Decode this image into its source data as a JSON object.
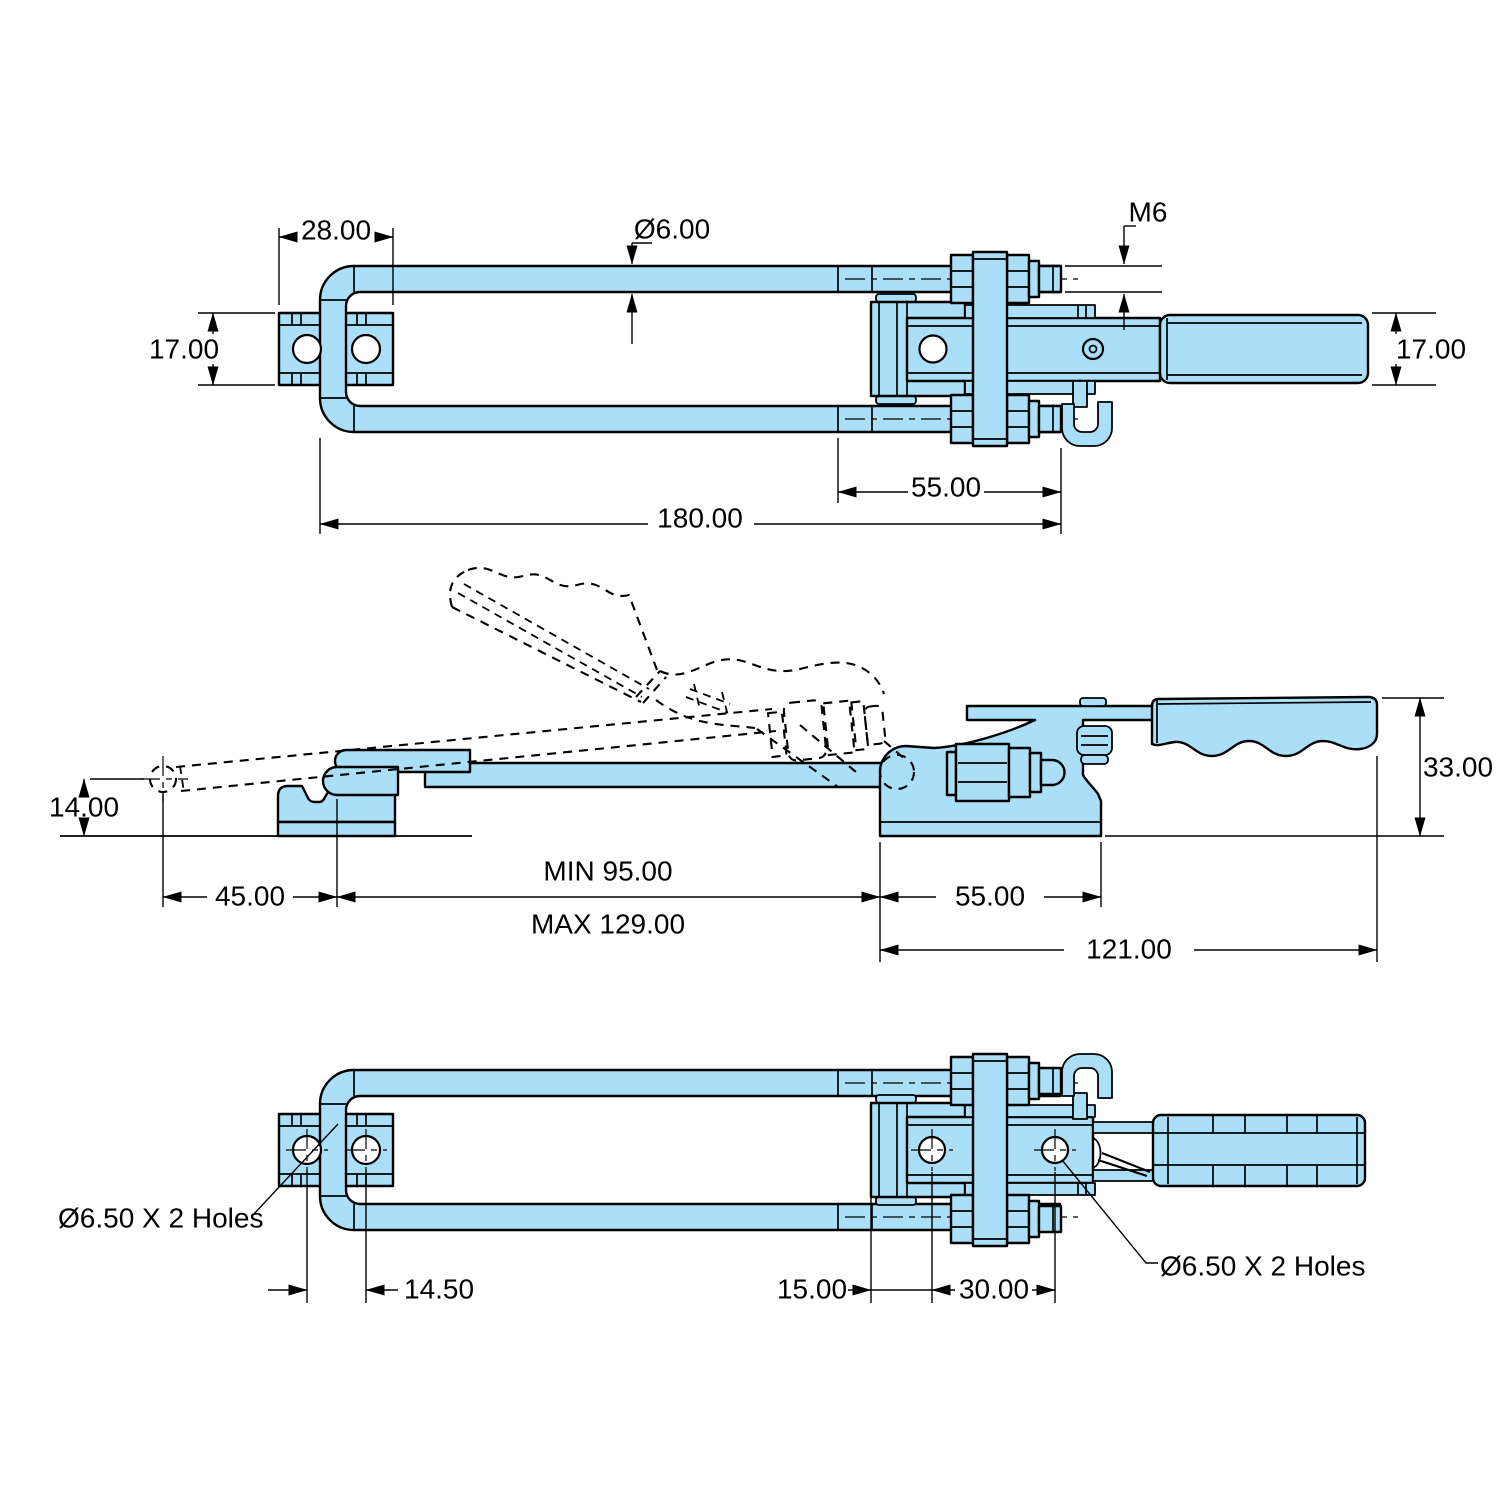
{
  "drawing": {
    "type": "engineering-dimension-drawing",
    "subject": "adjustable toggle latch clamp with U-bolt",
    "background": "#FFFFFF",
    "part_fill_color": "#ABDFF7",
    "line_color": "#000000"
  },
  "views": {
    "top": {
      "dims": {
        "bracket_width": "28.00",
        "rod_diameter": "Ø6.00",
        "thread_size": "M6",
        "bracket_height": "17.00",
        "handle_height": "17.00",
        "thread_length": "55.00",
        "overall_length": "180.00"
      }
    },
    "side": {
      "dims": {
        "keeper_height": "14.00",
        "swing_travel": "45.00",
        "reach_min": "MIN 95.00",
        "reach_max": "MAX 129.00",
        "base_length": "55.00",
        "body_length": "121.00",
        "overall_height": "33.00"
      }
    },
    "bottom": {
      "dims": {
        "keeper_holes_label": "Ø6.50 X 2 Holes",
        "keeper_hole_spacing": "14.50",
        "base_hole_offset": "15.00",
        "base_hole_spacing": "30.00",
        "base_holes_label": "Ø6.50 X 2 Holes"
      }
    }
  }
}
